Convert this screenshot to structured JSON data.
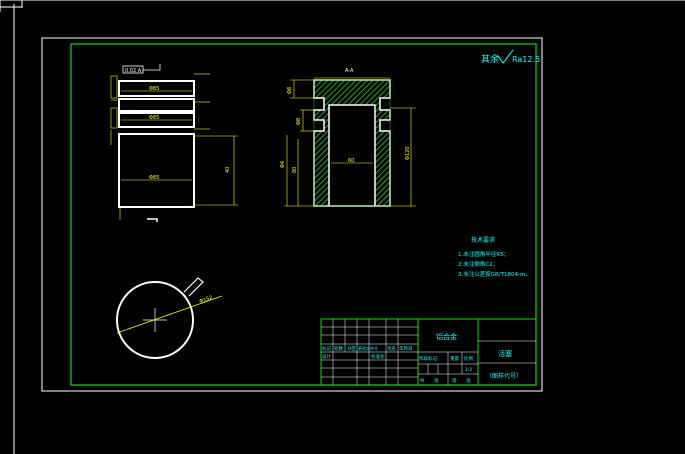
{
  "drawing": {
    "colors": {
      "background": "#000000",
      "frame": "#ffffff",
      "border": "#00e000",
      "geometry": "#ffffff",
      "dimension": "#ffff00",
      "hatch": "#22cc22",
      "text": "#00ffff",
      "symbol": "#ff00ff"
    },
    "roughness_note": {
      "prefix": "其余",
      "value": "Ra12.5"
    },
    "section_label": "A-A",
    "left_view": {
      "note_tag": "0.02 A",
      "dims": [
        "Φ85",
        "Φ85",
        "Φ85",
        "40"
      ]
    },
    "section_view": {
      "dims": [
        "Φ8",
        "Φ8",
        "Φ4",
        "80",
        "60",
        "Φ120"
      ]
    },
    "circle_view": {
      "dim": "Φ152"
    },
    "tech_requirements": {
      "title": "技术要求",
      "items": [
        "1.未注圆角半径R5；",
        "2.未注倒角C2；",
        "3.未注公差按GB/T1804-m。"
      ]
    },
    "title_block": {
      "material": "铝合金",
      "part_name": "活塞",
      "drawing_no": "（图样代号）",
      "row_a": [
        "标记",
        "处数",
        "分区",
        "更改文件号",
        "签名",
        "年月日"
      ],
      "row_b": [
        "设计",
        "",
        "标准化"
      ],
      "stage_headers": [
        "阶段标记",
        "重量",
        "比例"
      ],
      "scale": "1:2",
      "sheet": [
        "共",
        "张",
        "第",
        "张"
      ]
    }
  }
}
